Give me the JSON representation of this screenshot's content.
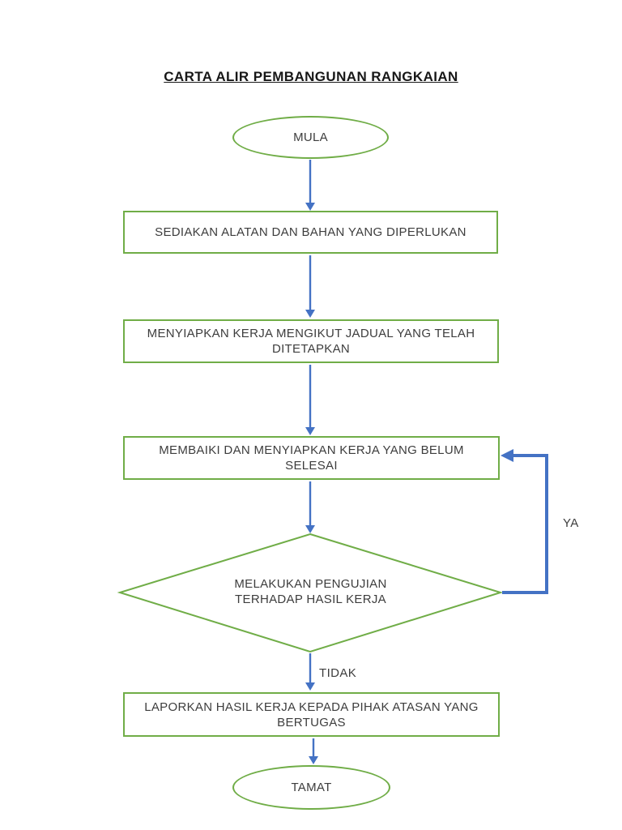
{
  "page": {
    "title": "CARTA ALIR PEMBANGUNAN RANGKAIAN"
  },
  "colors": {
    "shape_outline": "#70ad47",
    "connector": "#4472c4",
    "text": "#3d3d3d",
    "title_text": "#171717",
    "background": "#ffffff"
  },
  "flowchart": {
    "start": {
      "shape": "ellipse",
      "label": "MULA"
    },
    "steps": [
      {
        "shape": "rectangle",
        "lines": [
          "SEDIAKAN ALATAN DAN BAHAN YANG DIPERLUKAN"
        ]
      },
      {
        "shape": "rectangle",
        "lines": [
          "MENYIAPKAN KERJA MENGIKUT JADUAL YANG TELAH",
          "DITETAPKAN"
        ]
      },
      {
        "shape": "rectangle",
        "lines": [
          "MEMBAIKI DAN MENYIAPKAN KERJA YANG BELUM",
          "SELESAI"
        ]
      }
    ],
    "decision": {
      "shape": "diamond",
      "lines": [
        "MELAKUKAN PENGUJIAN",
        "TERHADAP HASIL KERJA"
      ],
      "branch_yes": "YA",
      "branch_no": "TIDAK"
    },
    "report": {
      "shape": "rectangle",
      "lines": [
        "LAPORKAN HASIL KERJA KEPADA PIHAK ATASAN YANG",
        "BERTUGAS"
      ]
    },
    "end": {
      "shape": "ellipse",
      "label": "TAMAT"
    }
  }
}
